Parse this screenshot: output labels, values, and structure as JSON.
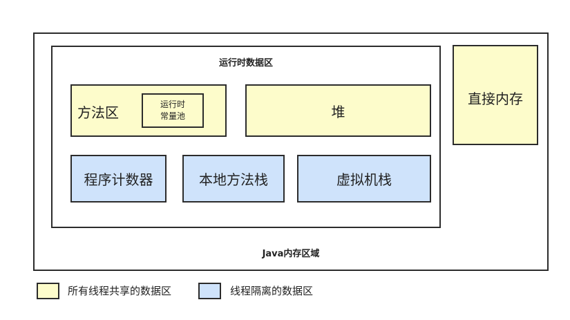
{
  "diagram": {
    "outer_label": "Java内存区域",
    "runtime_label": "运行时数据区",
    "method_area": "方法区",
    "constant_pool_line1": "运行时",
    "constant_pool_line2": "常量池",
    "heap": "堆",
    "pc_register": "程序计数器",
    "native_method_stack": "本地方法栈",
    "vm_stack": "虚拟机栈",
    "direct_memory": "直接内存"
  },
  "legend": {
    "shared": "所有线程共享的数据区",
    "isolated": "线程隔离的数据区"
  },
  "colors": {
    "shared": "#fdfccb",
    "isolated": "#cfe3fb",
    "border": "#2b2b2b"
  }
}
